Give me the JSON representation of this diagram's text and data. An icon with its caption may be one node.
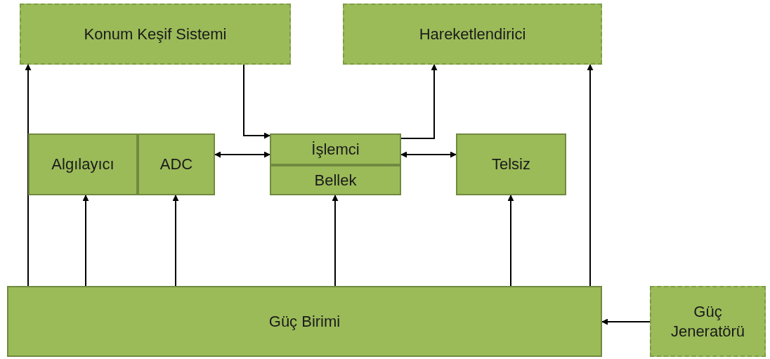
{
  "diagram": {
    "nodes": [
      {
        "text": [
          "Konum Keşif Sistemi"
        ]
      },
      {
        "text": [
          "Hareketlendirici"
        ]
      },
      {
        "text": [
          "Algılayıcı"
        ]
      },
      {
        "text": [
          "ADC"
        ]
      },
      {
        "text": [
          "İşlemci"
        ]
      },
      {
        "text": [
          "Bellek"
        ]
      },
      {
        "text": [
          "Telsiz"
        ]
      },
      {
        "text": [
          "Güç Birimi"
        ]
      },
      {
        "text": [
          "Güç Jeneratörü"
        ]
      }
    ],
    "edges": [
      {
        "from": 7,
        "to": 0,
        "arrow": "to"
      },
      {
        "from": 7,
        "to": 2,
        "arrow": "to"
      },
      {
        "from": 7,
        "to": 3,
        "arrow": "to"
      },
      {
        "from": 7,
        "to": 5,
        "arrow": "to"
      },
      {
        "from": 7,
        "to": 6,
        "arrow": "to"
      },
      {
        "from": 7,
        "to": 1,
        "arrow": "to"
      },
      {
        "from": 0,
        "to": 4,
        "arrow": "to"
      },
      {
        "from": 4,
        "to": 1,
        "arrow": "to"
      },
      {
        "from": 3,
        "to": 4,
        "arrow": "both"
      },
      {
        "from": 4,
        "to": 6,
        "arrow": "both"
      },
      {
        "from": 8,
        "to": 7,
        "arrow": "to"
      }
    ]
  }
}
